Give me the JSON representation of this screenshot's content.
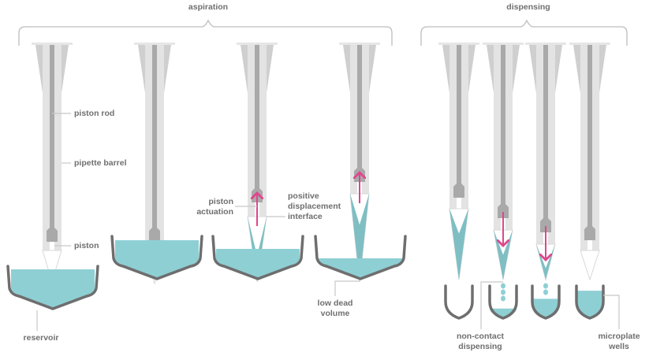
{
  "sections": {
    "aspiration": "aspiration",
    "dispensing": "dispensing"
  },
  "labels": {
    "piston_rod": "piston rod",
    "pipette_barrel": "pipette barrel",
    "piston": "piston",
    "reservoir": "reservoir",
    "piston_actuation": [
      "piston",
      "actuation"
    ],
    "positive_displacement_interface": [
      "positive",
      "displacement",
      "interface"
    ],
    "low_dead_volume": [
      "low dead",
      "volume"
    ],
    "non_contact_dispensing": [
      "non-contact",
      "dispensing"
    ],
    "microplate_wells": [
      "microplate",
      "wells"
    ]
  },
  "colors": {
    "barrel_outer": "#cfcfcf",
    "barrel_inner": "#e3e3e3",
    "rod": "#a9a9a9",
    "liquid": "#8ecfd4",
    "liquid_dark": "#7fbfc4",
    "container": "#6e6e6e",
    "arrow": "#e0468c",
    "text": "#6f6f6f",
    "bracket": "#bdbdbd"
  },
  "stages": [
    {
      "phase": "aspiration",
      "step": 1,
      "tip_fill": 0,
      "arrow": "none"
    },
    {
      "phase": "aspiration",
      "step": 2,
      "tip_fill": 0,
      "arrow": "none"
    },
    {
      "phase": "aspiration",
      "step": 3,
      "tip_fill": 0.5,
      "arrow": "up"
    },
    {
      "phase": "aspiration",
      "step": 4,
      "tip_fill": 1,
      "arrow": "up"
    },
    {
      "phase": "dispensing",
      "step": 1,
      "tip_fill": 1,
      "arrow": "none",
      "well_fill": 0
    },
    {
      "phase": "dispensing",
      "step": 2,
      "tip_fill": 0.7,
      "arrow": "down",
      "well_fill": 0.3
    },
    {
      "phase": "dispensing",
      "step": 3,
      "tip_fill": 0.35,
      "arrow": "down",
      "well_fill": 0.6
    },
    {
      "phase": "dispensing",
      "step": 4,
      "tip_fill": 0,
      "arrow": "none",
      "well_fill": 0.85
    }
  ]
}
